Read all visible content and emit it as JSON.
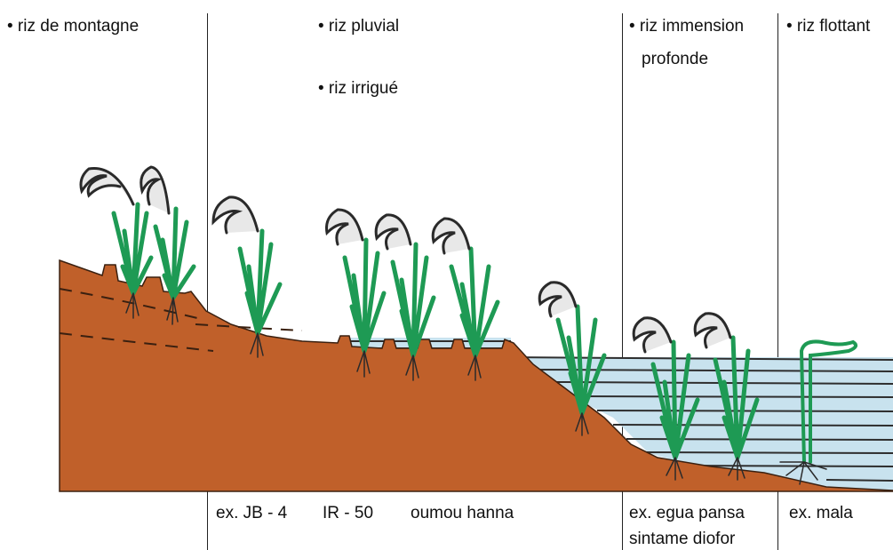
{
  "categories": [
    {
      "label": "• riz de montagne"
    },
    {
      "label": "• riz pluvial"
    },
    {
      "label": "• riz irrigué"
    },
    {
      "label": "• riz immension"
    },
    {
      "label": "profonde"
    },
    {
      "label": "• riz flottant"
    }
  ],
  "examples": {
    "upland": "ex. JB - 4",
    "irrigated_1": "IR - 50",
    "irrigated_2": "oumou hanna",
    "deep_1": "ex. egua pansa",
    "deep_2": "sintame diofor",
    "floating": "ex. mala"
  },
  "colors": {
    "soil": "#c0602a",
    "water": "#c8e2ee",
    "water_lines": "#2e2e2e",
    "plant_green": "#1e9a54",
    "panicle": "#2a2a2a",
    "divider": "#222222"
  }
}
